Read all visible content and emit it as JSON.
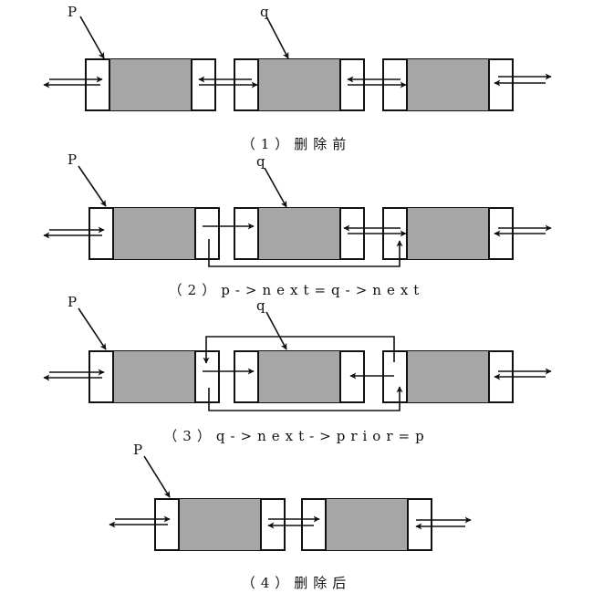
{
  "colors": {
    "stroke": "#111111",
    "fill": "#a6a6a6",
    "background": "#ffffff"
  },
  "panels": [
    {
      "id": "before",
      "caption": "（1）删除前",
      "pointers": [
        {
          "label": "P",
          "target": "node 1"
        },
        {
          "label": "q",
          "target": "node 2"
        }
      ],
      "nodes": 3
    },
    {
      "id": "step2",
      "caption": "（2）p->next=q->next",
      "pointers": [
        {
          "label": "P",
          "target": "node 1"
        },
        {
          "label": "q",
          "target": "node 2"
        }
      ],
      "nodes": 3
    },
    {
      "id": "step3",
      "caption": "（3）q->next->prior=p",
      "pointers": [
        {
          "label": "P",
          "target": "node 1"
        },
        {
          "label": "q",
          "target": "node 2"
        }
      ],
      "nodes": 3
    },
    {
      "id": "after",
      "caption": "（4）删除后",
      "pointers": [
        {
          "label": "P",
          "target": "node 1"
        }
      ],
      "nodes": 2
    }
  ]
}
